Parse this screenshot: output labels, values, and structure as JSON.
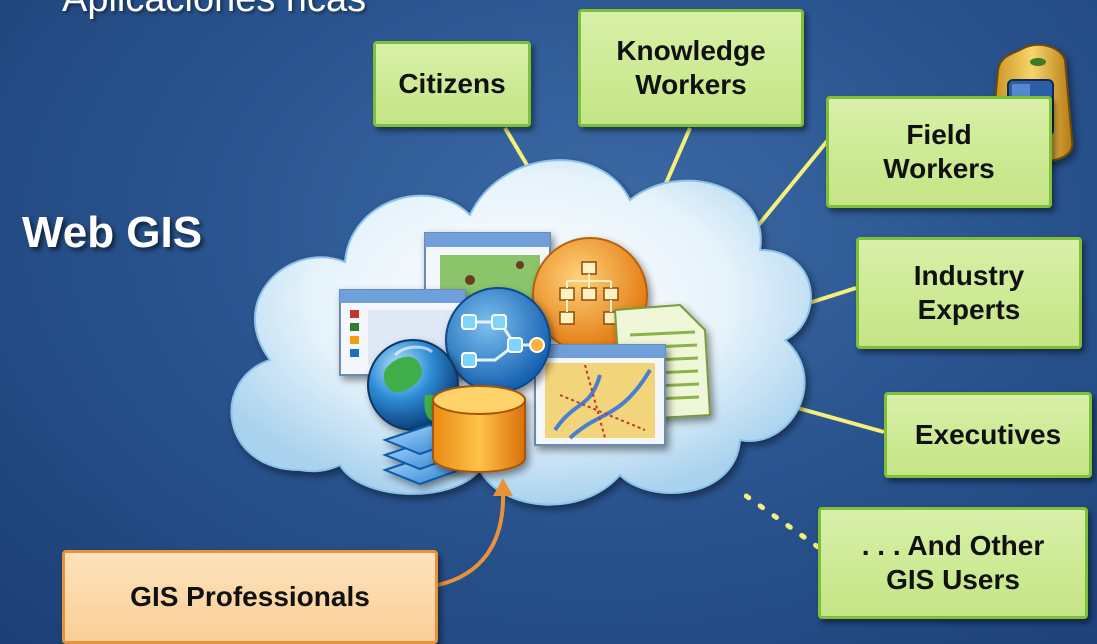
{
  "heading_partial": "Aplicaciones ricas",
  "main_label": "Web GIS",
  "user_groups": [
    {
      "lines": [
        "Citizens"
      ]
    },
    {
      "lines": [
        "Knowledge",
        "Workers"
      ]
    },
    {
      "lines": [
        "Field",
        "Workers"
      ]
    },
    {
      "lines": [
        "Industry",
        "Experts"
      ]
    },
    {
      "lines": [
        "Executives"
      ]
    },
    {
      "lines": [
        ". . . And Other",
        "GIS Users"
      ]
    }
  ],
  "source_group": "GIS Professionals",
  "colors": {
    "background": "#2a5590",
    "user_box_fill": "#c8e88c",
    "user_box_border": "#7fbf3a",
    "professional_box_fill": "#fbd8a8",
    "professional_box_border": "#e8923a",
    "connector": "#f5f07a",
    "arrow": "#e8923a"
  },
  "icons": [
    "cloud-icon",
    "globe-icon",
    "database-icon",
    "layers-icon",
    "network-icon",
    "org-chart-icon",
    "document-icon",
    "map-window-icon",
    "gps-device-icon"
  ]
}
